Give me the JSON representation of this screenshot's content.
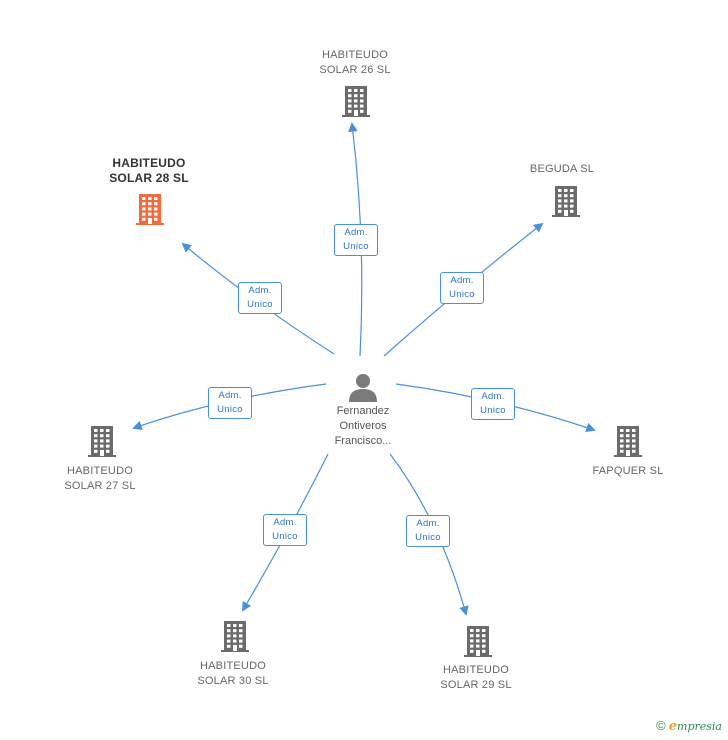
{
  "center": {
    "name": "Fernandez\nOntiveros\nFrancisco..."
  },
  "companies": [
    {
      "id": "s26",
      "name": "HABITEUDO\nSOLAR 26 SL",
      "relation": [
        "Adm.",
        "Unico"
      ],
      "highlight": false
    },
    {
      "id": "beguda",
      "name": "BEGUDA SL",
      "relation": [
        "Adm.",
        "Unico"
      ],
      "highlight": false
    },
    {
      "id": "fapquer",
      "name": "FAPQUER SL",
      "relation": [
        "Adm.",
        "Unico"
      ],
      "highlight": false
    },
    {
      "id": "s29",
      "name": "HABITEUDO\nSOLAR 29 SL",
      "relation": [
        "Adm.",
        "Unico"
      ],
      "highlight": false
    },
    {
      "id": "s30",
      "name": "HABITEUDO\nSOLAR 30 SL",
      "relation": [
        "Adm.",
        "Unico"
      ],
      "highlight": false
    },
    {
      "id": "s27",
      "name": "HABITEUDO\nSOLAR 27 SL",
      "relation": [
        "Adm.",
        "Unico"
      ],
      "highlight": false
    },
    {
      "id": "s28",
      "name": "HABITEUDO\nSOLAR 28 SL",
      "relation": [
        "Adm.",
        "Unico"
      ],
      "highlight": true
    }
  ],
  "colors": {
    "edge": "#4a90d9",
    "building": "#6b6b6b",
    "building_highlight": "#f26a3d",
    "person": "#7a7a7a"
  },
  "footer": {
    "symbol": "©",
    "brand_initial": "e",
    "brand_rest": "mpresia"
  }
}
